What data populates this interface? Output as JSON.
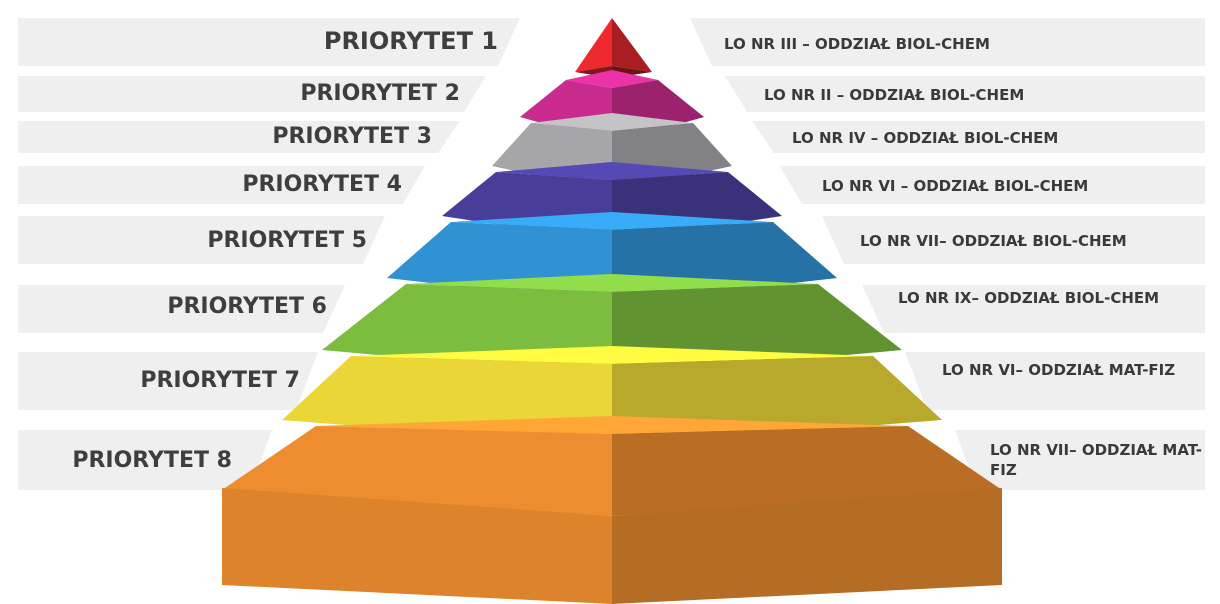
{
  "pyramid": {
    "levels": [
      {
        "priority": "PRIORYTET 1",
        "school": "LO NR III – ODDZIAŁ BIOL-CHEM",
        "color": "#d8262b"
      },
      {
        "priority": "PRIORYTET 2",
        "school": "LO NR II – ODDZIAŁ BIOL-CHEM",
        "color": "#c42a8a"
      },
      {
        "priority": "PRIORYTET 3",
        "school": "LO NR IV – ODDZIAŁ BIOL-CHEM",
        "color": "#a3a3a6"
      },
      {
        "priority": "PRIORYTET 4",
        "school": "LO NR VI – ODDZIAŁ BIOL-CHEM",
        "color": "#473d97"
      },
      {
        "priority": "PRIORYTET 5",
        "school": "LO NR VII– ODDZIAŁ BIOL-CHEM",
        "color": "#2f8fcf"
      },
      {
        "priority": "PRIORYTET 6",
        "school": "LO NR IX– ODDZIAŁ BIOL-CHEM",
        "color": "#7ab83e"
      },
      {
        "priority": "PRIORYTET 7",
        "school": "LO NR VI– ODDZIAŁ MAT-FIZ",
        "color": "#e6d236"
      },
      {
        "priority": "PRIORYTET 8",
        "school": "LO NR VII– ODDZIAŁ MAT-FIZ",
        "color": "#e88a2e"
      }
    ]
  }
}
